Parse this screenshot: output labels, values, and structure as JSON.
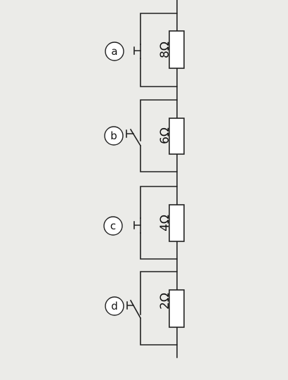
{
  "colors": {
    "background": "#ebebe8",
    "line": "#1f1f1f"
  },
  "stages": [
    {
      "switch_label": "a",
      "resistance": "8Ω",
      "switch_state": "closed"
    },
    {
      "switch_label": "b",
      "resistance": "6Ω",
      "switch_state": "open"
    },
    {
      "switch_label": "c",
      "resistance": "4Ω",
      "switch_state": "closed"
    },
    {
      "switch_label": "d",
      "resistance": "2Ω",
      "switch_state": "open"
    }
  ]
}
